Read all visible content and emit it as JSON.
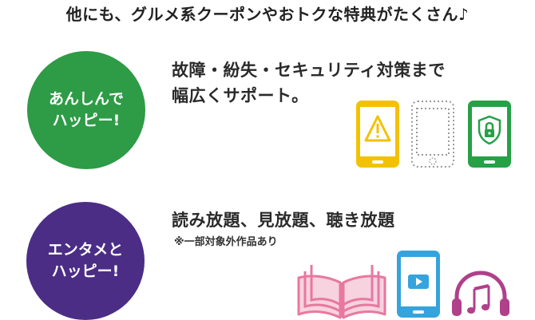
{
  "heading": "他にも、グルメ系クーポンやおトクな特典がたくさん♪",
  "sections": [
    {
      "badge_lines": [
        "あんしんで",
        "ハッピー!"
      ],
      "title_lines": [
        "故障・紛失・セキュリティ対策まで",
        "幅広くサポート。"
      ],
      "icons": [
        "phone-warning-icon",
        "phone-lost-icon",
        "phone-shield-icon"
      ]
    },
    {
      "badge_lines": [
        "エンタメと",
        "ハッピー!"
      ],
      "title_lines": [
        "読み放題、見放題、聴き放題"
      ],
      "note": "※一部対象外作品あり",
      "icons": [
        "open-book-icon",
        "tablet-play-icon",
        "headphones-music-icon"
      ]
    }
  ],
  "colors": {
    "green": "#2e9b46",
    "purple": "#4b2d86",
    "yellow": "#f2c200",
    "green_phone": "#27a046",
    "pink": "#e8789f",
    "blue": "#35a3dc",
    "gray": "#9a9a9a"
  }
}
